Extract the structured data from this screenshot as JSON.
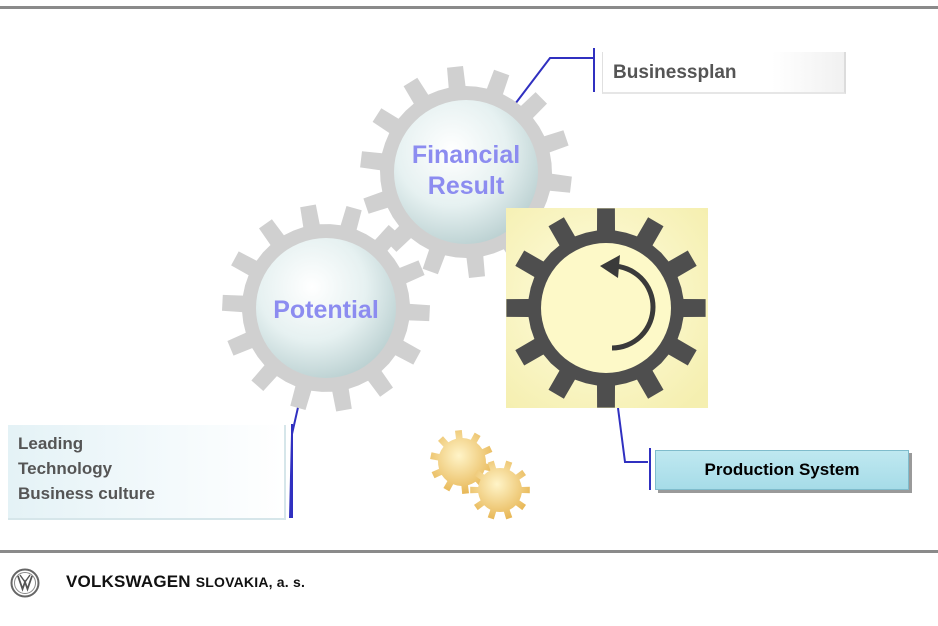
{
  "gears": {
    "financial": {
      "line1": "Financial",
      "line2": "Result"
    },
    "potential": {
      "label": "Potential"
    }
  },
  "boxes": {
    "businessplan": "Businessplan",
    "leading": [
      "Leading",
      "Technology",
      "Business culture"
    ],
    "production": "Production System"
  },
  "footer": {
    "brand": "VOLKSWAGEN",
    "brand_suffix": "SLOVAKIA, a. s."
  },
  "colors": {
    "gear_gray": "#d0d0d0",
    "gear_dark": "#555555",
    "label_blue": "#8c8cf0",
    "connector_blue": "#3030c0",
    "production_fill": "#a6dce8"
  }
}
